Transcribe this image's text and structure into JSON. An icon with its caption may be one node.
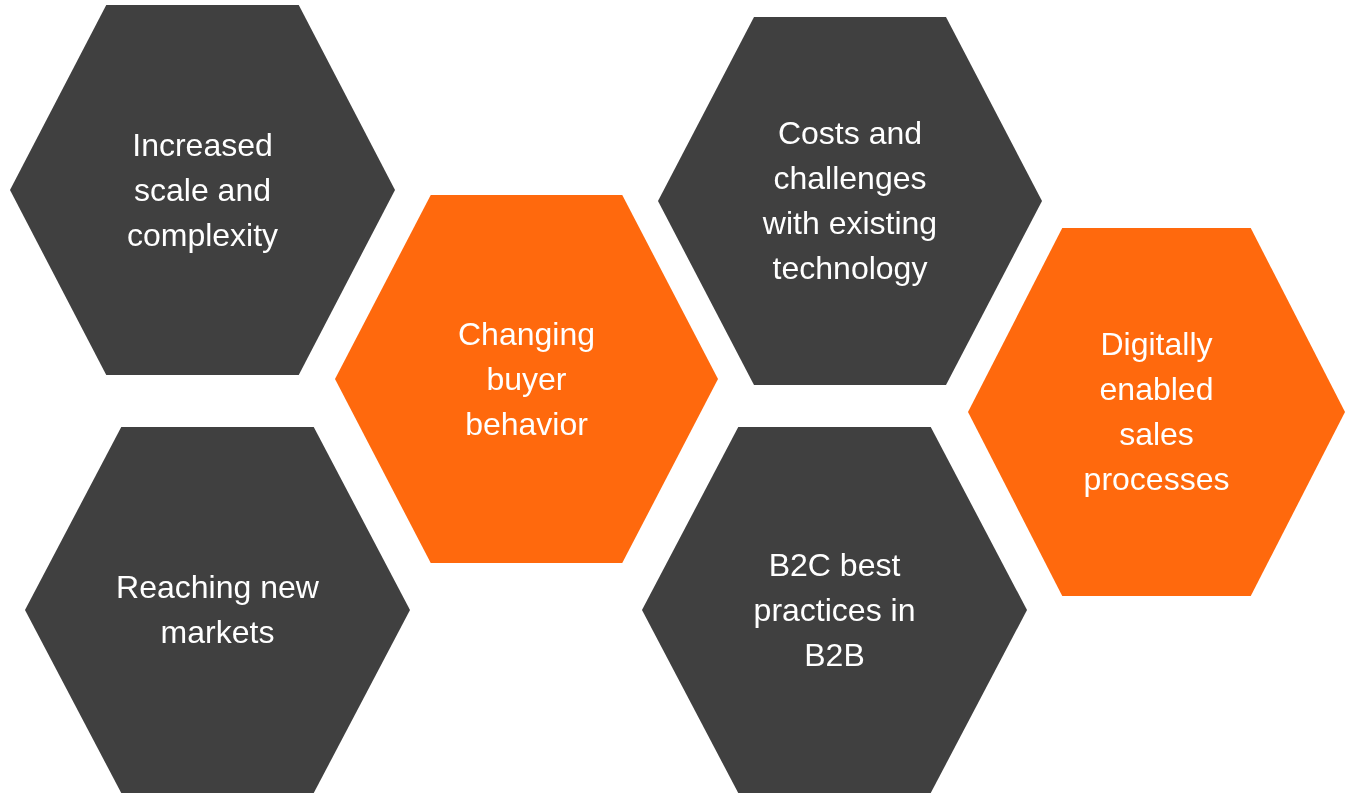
{
  "diagram": {
    "nodes": [
      {
        "text": [
          "Increased scale and complexity"
        ]
      },
      {
        "text": [
          "Costs and challenges with existing technology"
        ]
      },
      {
        "text": [
          "Changing buyer behavior"
        ]
      },
      {
        "text": [
          "Digitally enabled sales processes"
        ]
      },
      {
        "text": [
          "Reaching new markets"
        ]
      },
      {
        "text": [
          "B2C best practices in B2B"
        ]
      }
    ]
  }
}
